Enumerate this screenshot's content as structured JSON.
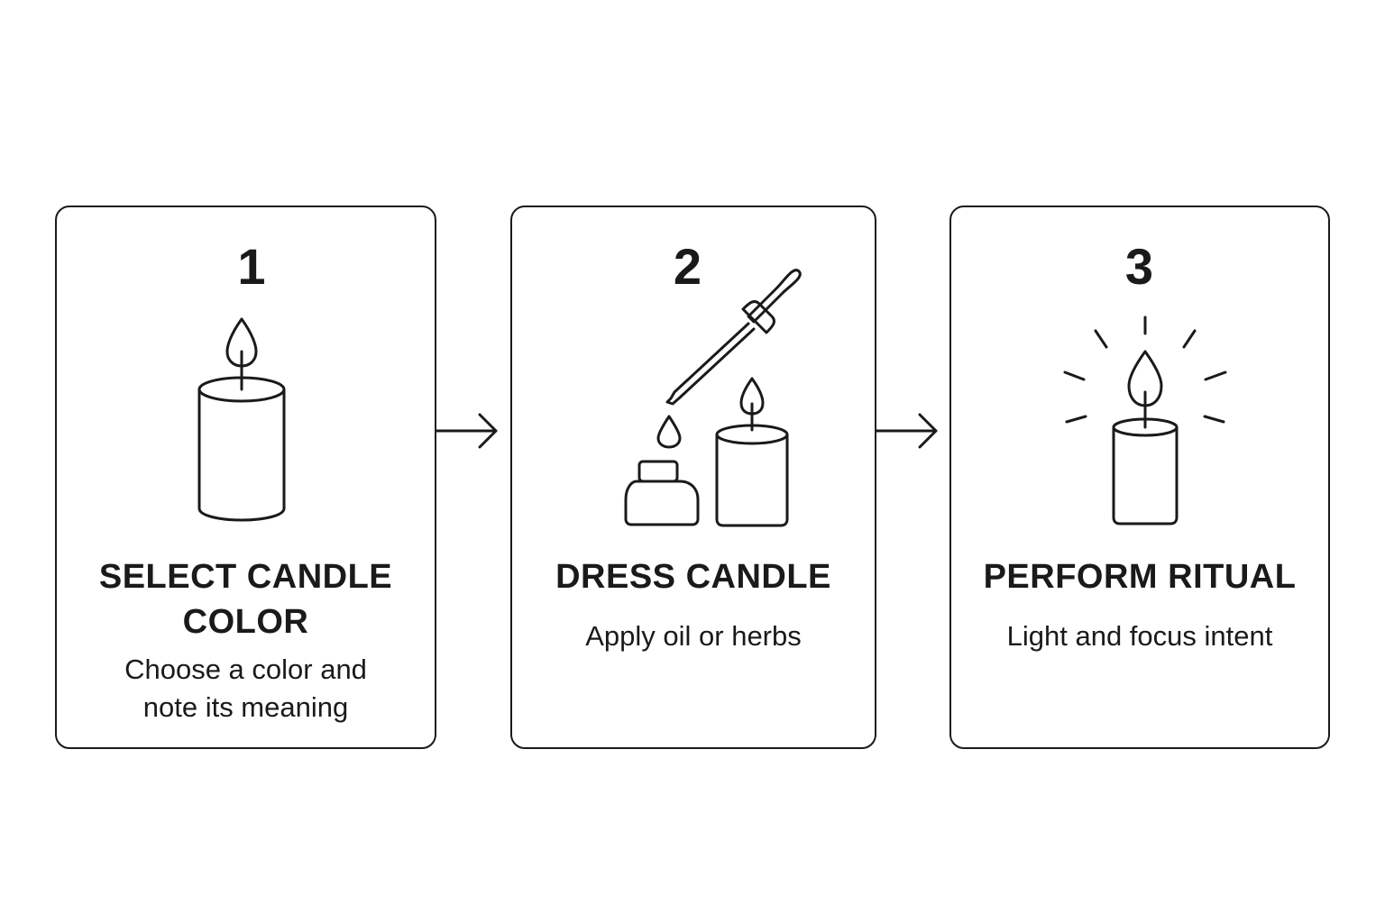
{
  "steps": [
    {
      "number": "1",
      "title": "SELECT CANDLE COLOR",
      "description": "Choose a color and note its meaning",
      "icon": "candle-icon"
    },
    {
      "number": "2",
      "title": "DRESS CANDLE",
      "description": "Apply oil or herbs",
      "icon": "dropper-oil-candle-icon"
    },
    {
      "number": "3",
      "title": "PERFORM RITUAL",
      "description": "Light and focus intent",
      "icon": "glowing-candle-icon"
    }
  ],
  "connectors": [
    "arrow-right-icon",
    "arrow-right-icon"
  ],
  "colors": {
    "stroke": "#1a1a1a",
    "background": "#ffffff"
  }
}
